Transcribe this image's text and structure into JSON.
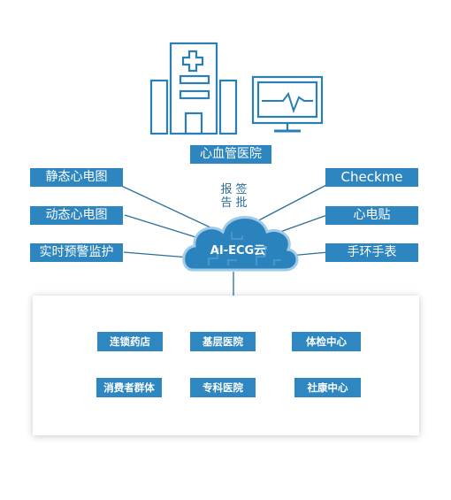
{
  "top_label": "心血管医院",
  "sign_labels": [
    "报告",
    "签批"
  ],
  "cloud_label": "AI-ECG云",
  "left_items": [
    "静态心电图",
    "动态心电图",
    "实时预警监护"
  ],
  "right_items": [
    "Checkme",
    "心电贴",
    "手环手表"
  ],
  "bottom_items": [
    "连锁药店",
    "基层医院",
    "体检中心",
    "消费者群体",
    "专科医院",
    "社康中心"
  ],
  "colors": {
    "accent": "#2d86bf",
    "line": "#2a6f99",
    "cloud": "#2b83bd"
  }
}
